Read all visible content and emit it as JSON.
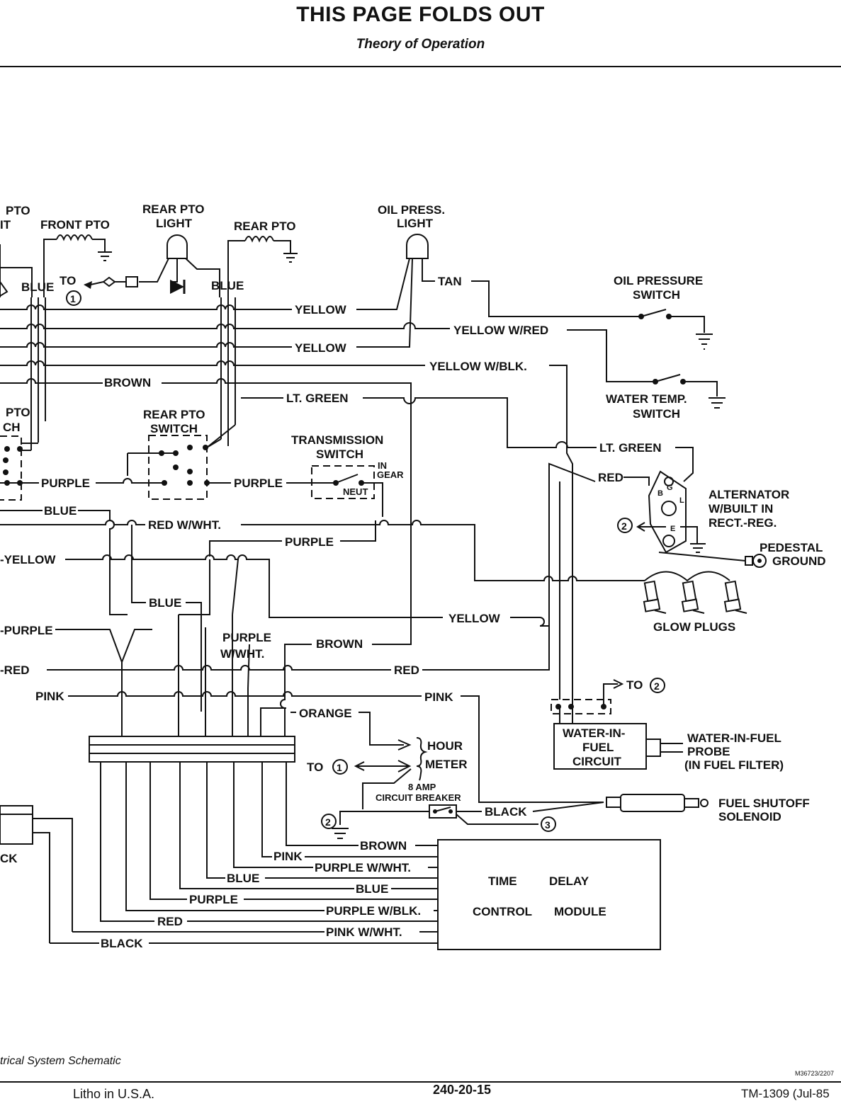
{
  "header": {
    "title": "THIS PAGE FOLDS OUT",
    "subtitle": "Theory of Operation"
  },
  "footer": {
    "caption": "trical System Schematic",
    "left": "Litho in U.S.A.",
    "center": "240-20-15",
    "right": "TM-1309 (Jul-85",
    "figure_code": "M36723/2207"
  },
  "components": {
    "front_pto_partial": "PTO",
    "front_pto_partial2": "IT",
    "front_pto": "FRONT PTO",
    "rear_pto_light_1": "REAR PTO",
    "rear_pto_light_2": "LIGHT",
    "rear_pto": "REAR PTO",
    "oil_press_light_1": "OIL PRESS.",
    "oil_press_light_2": "LIGHT",
    "oil_pressure_switch_1": "OIL PRESSURE",
    "oil_pressure_switch_2": "SWITCH",
    "water_temp_switch_1": "WATER TEMP.",
    "water_temp_switch_2": "SWITCH",
    "pto_switch_partial_1": "PTO",
    "pto_switch_partial_2": "CH",
    "rear_pto_switch_1": "REAR PTO",
    "rear_pto_switch_2": "SWITCH",
    "transmission_switch_1": "TRANSMISSION",
    "transmission_switch_2": "SWITCH",
    "in_gear_1": "IN",
    "in_gear_2": "GEAR",
    "neut": "NEUT",
    "alternator_1": "ALTERNATOR",
    "alternator_2": "W/BUILT IN",
    "alternator_3": "RECT.-REG.",
    "alt_b": "B",
    "alt_g": "G",
    "alt_l": "L",
    "alt_e": "E",
    "pedestal_ground_1": "PEDESTAL",
    "pedestal_ground_2": "GROUND",
    "glow_plugs": "GLOW PLUGS",
    "water_in_fuel_circuit_1": "WATER-IN-",
    "water_in_fuel_circuit_2": "FUEL",
    "water_in_fuel_circuit_3": "CIRCUIT",
    "water_in_fuel_probe_1": "WATER-IN-FUEL",
    "water_in_fuel_probe_2": "PROBE",
    "water_in_fuel_probe_3": "(IN FUEL FILTER)",
    "hour_meter_1": "HOUR",
    "hour_meter_2": "METER",
    "to_1": "TO",
    "to_2": "TO",
    "to_3": "TO",
    "circuit_breaker_1": "8 AMP",
    "circuit_breaker_2": "CIRCUIT BREAKER",
    "fuel_shutoff_1": "FUEL SHUTOFF",
    "fuel_shutoff_2": "SOLENOID",
    "time_delay_1": "TIME",
    "time_delay_2": "DELAY",
    "control_module_1": "CONTROL",
    "control_module_2": "MODULE",
    "connector_partial": "CK",
    "ref_1": "1",
    "ref_2": "2",
    "ref_3": "3"
  },
  "wires": {
    "blue_left": "BLUE",
    "blue_right": "BLUE",
    "tan": "TAN",
    "yellow_1": "YELLOW",
    "yellow_w_red": "YELLOW W/RED",
    "yellow_2": "YELLOW",
    "brown_1": "BROWN",
    "yellow_w_blk": "YELLOW W/BLK.",
    "lt_green_1": "LT. GREEN",
    "lt_green_2": "LT. GREEN",
    "red_alt": "RED",
    "purple_1": "PURPLE",
    "purple_2": "PURPLE",
    "blue_mid": "BLUE",
    "red_w_wht": "RED W/WHT.",
    "purple_3": "PURPLE",
    "yellow_left": "-YELLOW",
    "blue_lower": "BLUE",
    "yellow_3": "YELLOW",
    "purple_left": "-PURPLE",
    "purple_w_wht_1": "PURPLE",
    "purple_w_wht_2": "W/WHT.",
    "brown_2": "BROWN",
    "red_left": "-RED",
    "red_mid": "RED",
    "pink_left": "PINK",
    "pink_mid": "PINK",
    "orange": "ORANGE",
    "black_cb": "BLACK",
    "brown_tdm": "BROWN",
    "pink_tdm": "PINK",
    "purple_w_wht_tdm": "PURPLE W/WHT.",
    "blue_tdm_1": "BLUE",
    "blue_tdm_2": "BLUE",
    "purple_tdm": "PURPLE",
    "purple_w_blk_tdm": "PURPLE W/BLK.",
    "red_tdm": "RED",
    "pink_w_wht_tdm": "PINK W/WHT.",
    "black_tdm": "BLACK"
  }
}
